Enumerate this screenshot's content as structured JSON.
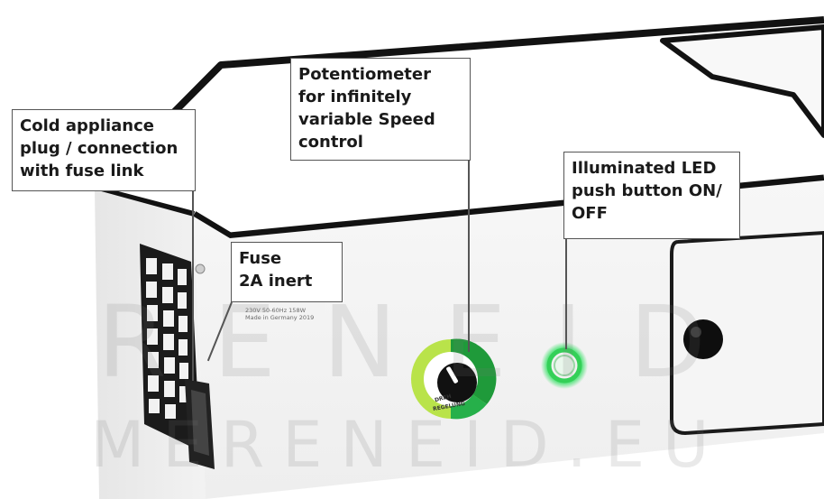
{
  "callouts": {
    "cold_appliance": "Cold appliance\nplug / connection\nwith fuse link",
    "potentiometer": "Potentiometer\nfor infinitely\nvariable Speed\ncontrol",
    "led_button": "Illuminated LED\npush button ON/\nOFF",
    "fuse": "Fuse\n2A inert"
  },
  "watermark": {
    "line1": "RENEID",
    "line2": "MERENEID.EU"
  },
  "type_plate": {
    "text": "230V 50-60Hz 158W\nMade in Germany 2019"
  },
  "knob_labels": {
    "top": "DREH",
    "bottom": "REGELUNG"
  },
  "colors": {
    "housing": "#f4f4f4",
    "edge_band": "#111111",
    "led_green": "#34d058",
    "knob_ring_light": "#b9e34a",
    "knob_ring_dark": "#1f9a3a"
  }
}
